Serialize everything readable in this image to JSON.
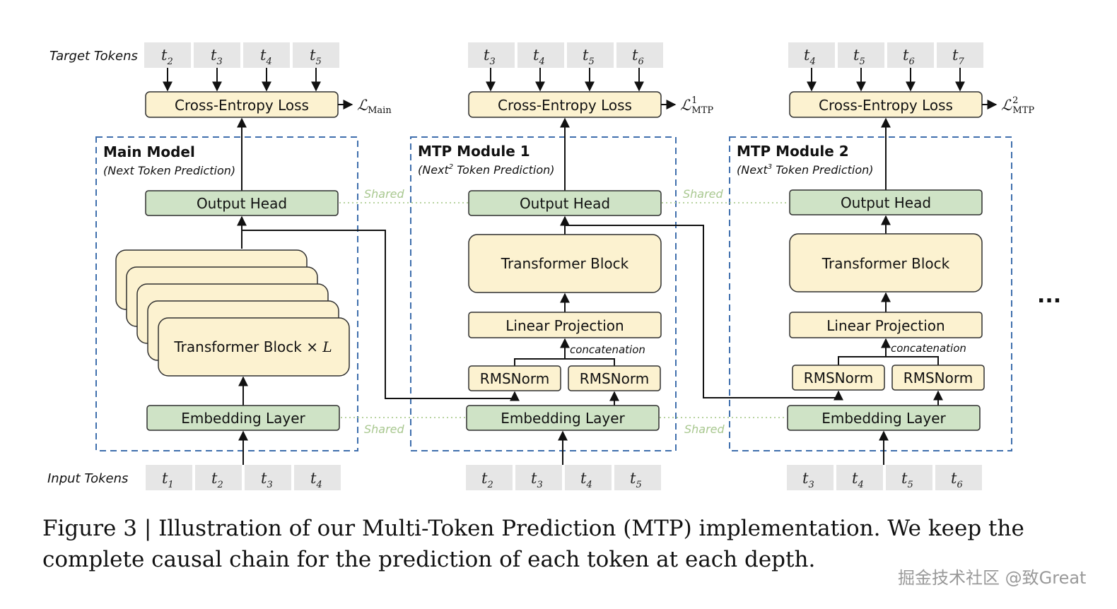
{
  "labels": {
    "target_tokens": "Target Tokens",
    "input_tokens": "Input Tokens",
    "ellipsis": "..."
  },
  "modules": [
    {
      "title": "Main Model",
      "subtitle": "(Next Token Prediction)",
      "subtitle_sup": "",
      "subtitle_rest": "",
      "target_tokens": [
        [
          "t",
          "2"
        ],
        [
          "t",
          "3"
        ],
        [
          "t",
          "4"
        ],
        [
          "t",
          "5"
        ]
      ],
      "input_tokens": [
        [
          "t",
          "1"
        ],
        [
          "t",
          "2"
        ],
        [
          "t",
          "3"
        ],
        [
          "t",
          "4"
        ]
      ],
      "loss_label": "Cross-Entropy Loss",
      "loss_symbol": "ℒ",
      "loss_sub": "Main",
      "loss_sup": "",
      "output_head": "Output Head",
      "transformer": "Transformer Block × ",
      "transformer_var": "L",
      "embedding": "Embedding Layer"
    },
    {
      "title": "MTP Module 1",
      "subtitle": "(Next",
      "subtitle_sup": "2",
      "subtitle_rest": " Token Prediction)",
      "target_tokens": [
        [
          "t",
          "3"
        ],
        [
          "t",
          "4"
        ],
        [
          "t",
          "5"
        ],
        [
          "t",
          "6"
        ]
      ],
      "input_tokens": [
        [
          "t",
          "2"
        ],
        [
          "t",
          "3"
        ],
        [
          "t",
          "4"
        ],
        [
          "t",
          "5"
        ]
      ],
      "loss_label": "Cross-Entropy Loss",
      "loss_symbol": "ℒ",
      "loss_sub": "MTP",
      "loss_sup": "1",
      "output_head": "Output Head",
      "transformer": "Transformer Block",
      "transformer_var": "",
      "linear_projection": "Linear Projection",
      "concatenation": "concatenation",
      "rmsnorm": [
        "RMSNorm",
        "RMSNorm"
      ],
      "embedding": "Embedding Layer"
    },
    {
      "title": "MTP Module 2",
      "subtitle": "(Next",
      "subtitle_sup": "3",
      "subtitle_rest": " Token Prediction)",
      "target_tokens": [
        [
          "t",
          "4"
        ],
        [
          "t",
          "5"
        ],
        [
          "t",
          "6"
        ],
        [
          "t",
          "7"
        ]
      ],
      "input_tokens": [
        [
          "t",
          "3"
        ],
        [
          "t",
          "4"
        ],
        [
          "t",
          "5"
        ],
        [
          "t",
          "6"
        ]
      ],
      "loss_label": "Cross-Entropy Loss",
      "loss_symbol": "ℒ",
      "loss_sub": "MTP",
      "loss_sup": "2",
      "output_head": "Output Head",
      "transformer": "Transformer Block",
      "transformer_var": "",
      "linear_projection": "Linear Projection",
      "concatenation": "concatenation",
      "rmsnorm": [
        "RMSNorm",
        "RMSNorm"
      ],
      "embedding": "Embedding Layer"
    }
  ],
  "shared_label": "Shared",
  "caption": {
    "line1": "Figure 3 | Illustration of our Multi-Token Prediction (MTP) implementation.  We keep the",
    "line2": "complete causal chain for the prediction of each token at each depth."
  },
  "watermark": "掘金技术社区 @致Great"
}
